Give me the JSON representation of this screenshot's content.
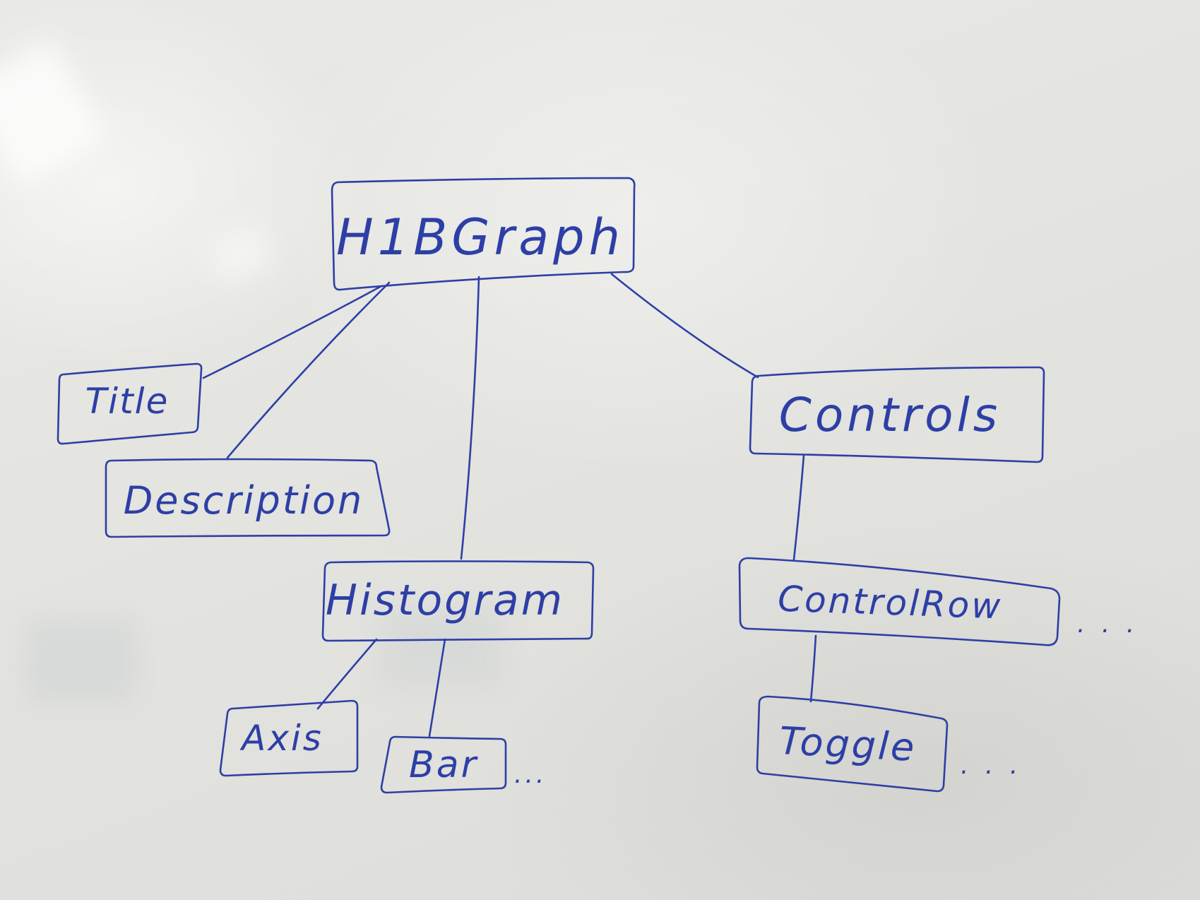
{
  "nodes": {
    "root": "H1BGraph",
    "title": "Title",
    "description": "Description",
    "histogram": "Histogram",
    "controls": "Controls",
    "control_row": "ControlRow",
    "axis": "Axis",
    "bar": "Bar",
    "toggle": "Toggle"
  },
  "ellipses": {
    "after_bar": "...",
    "after_control_row": ". . .",
    "after_toggle": ". . ."
  },
  "edges": [
    [
      "root",
      "title"
    ],
    [
      "root",
      "description"
    ],
    [
      "root",
      "histogram"
    ],
    [
      "root",
      "controls"
    ],
    [
      "histogram",
      "axis"
    ],
    [
      "histogram",
      "bar"
    ],
    [
      "controls",
      "control_row"
    ],
    [
      "control_row",
      "toggle"
    ]
  ],
  "ink_color": "#2d3fa6"
}
